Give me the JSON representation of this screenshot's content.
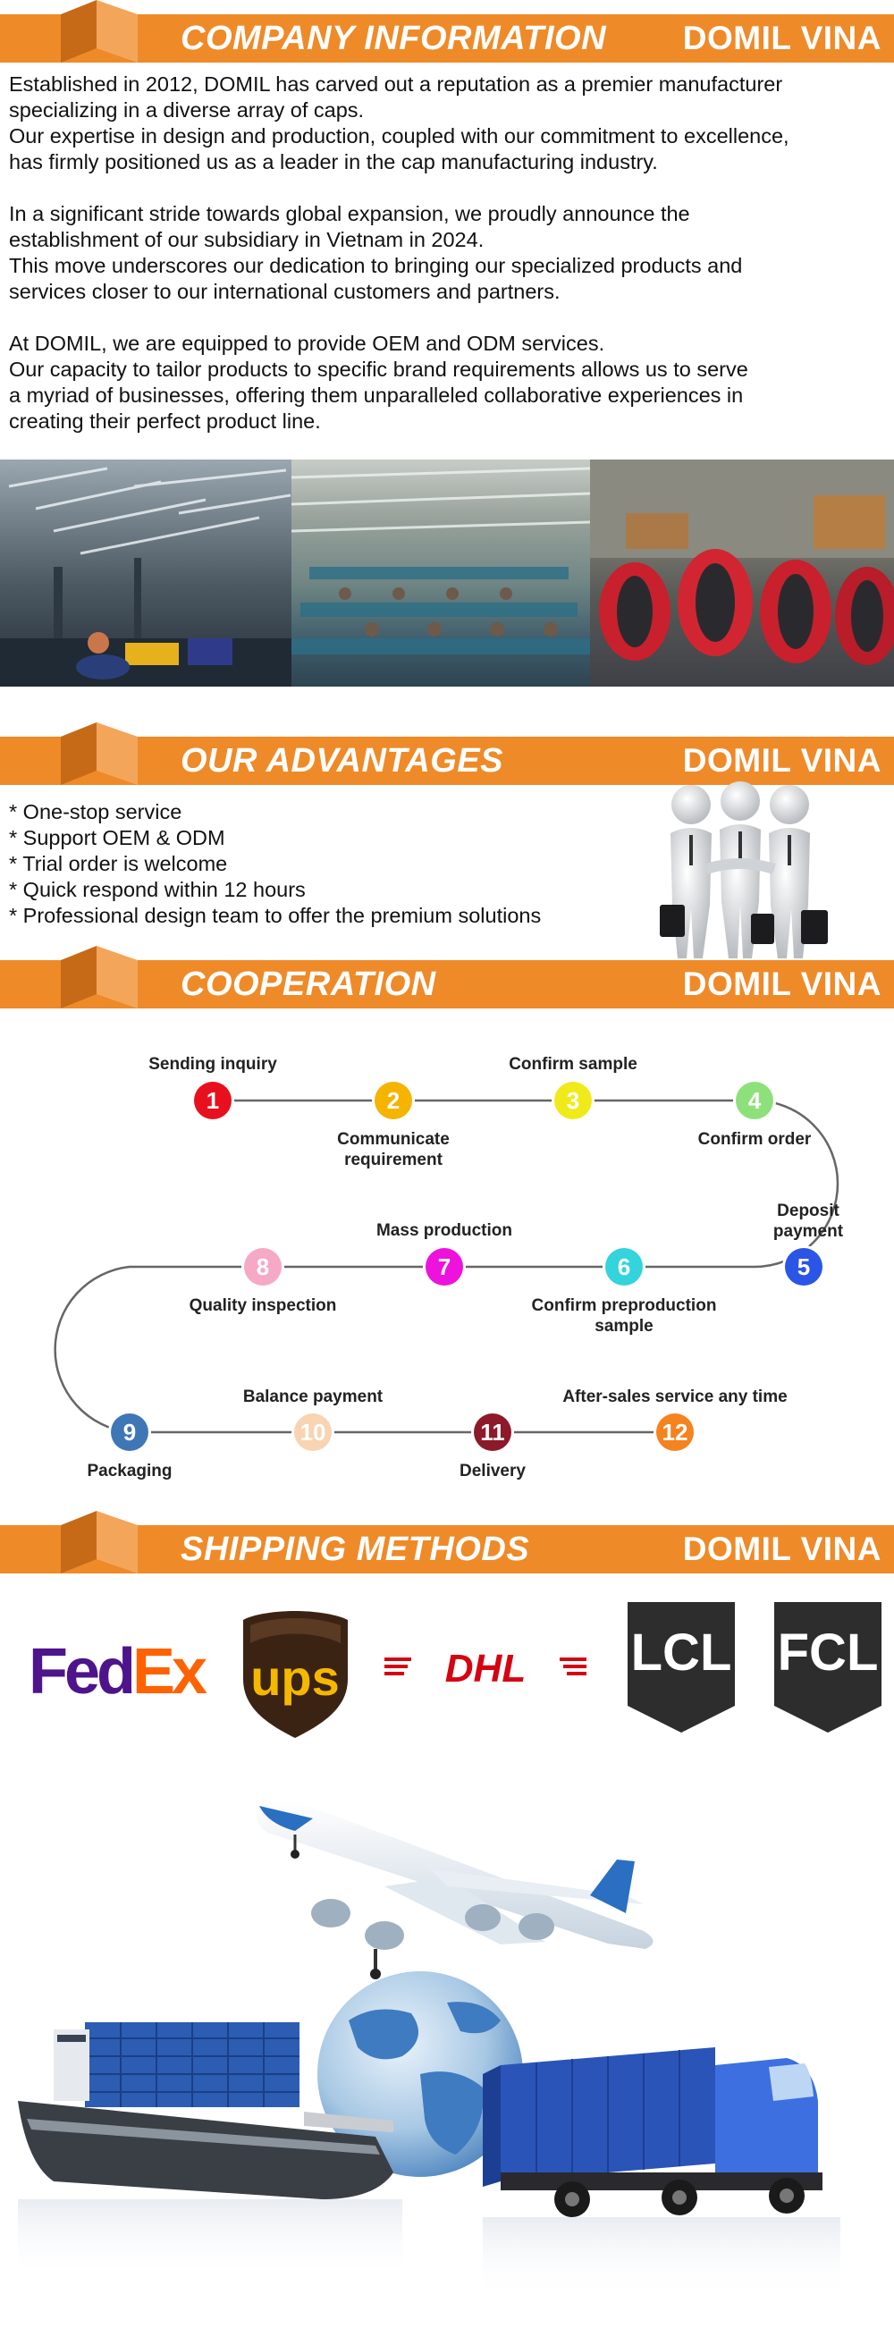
{
  "brand": "DOMIL VINA",
  "sections": {
    "company": {
      "title": "COMPANY INFORMATION"
    },
    "advantages": {
      "title": "OUR ADVANTAGES"
    },
    "cooperation": {
      "title": "COOPERATION"
    },
    "shipping": {
      "title": "SHIPPING METHODS"
    }
  },
  "intro": {
    "p1": [
      "Established in 2012, DOMIL has carved out a reputation as a premier manufacturer",
      "specializing in a diverse array of caps.",
      "Our expertise in design and production, coupled with our commitment to excellence,",
      "has firmly positioned us as a leader in the cap manufacturing industry."
    ],
    "p2": [
      "In a significant stride towards global expansion, we proudly announce the",
      "establishment of our subsidiary in Vietnam in 2024.",
      "This move underscores our dedication to bringing our specialized products and",
      "services closer to our international customers and partners."
    ],
    "p3": [
      "At DOMIL, we are equipped to provide OEM and ODM services.",
      "Our capacity to tailor products to specific brand requirements allows us to serve",
      "a myriad of businesses, offering them unparalleled collaborative experiences in",
      "creating their perfect product line."
    ]
  },
  "advantages": [
    "* One-stop service",
    "* Support OEM & ODM",
    "* Trial order is welcome",
    "* Quick respond within 12 hours",
    "* Professional design team to offer the premium solutions"
  ],
  "steps": [
    {
      "num": "1",
      "label": "Sending inquiry",
      "color": "#e8101f"
    },
    {
      "num": "2",
      "label": "Communicate requirement",
      "color": "#f4b400"
    },
    {
      "num": "3",
      "label": "Confirm sample",
      "color": "#f1ea1b"
    },
    {
      "num": "4",
      "label": "Confirm order",
      "color": "#8ee07a"
    },
    {
      "num": "5",
      "label": "Deposit payment",
      "color": "#2a55e6"
    },
    {
      "num": "6",
      "label": "Confirm preproduction sample",
      "color": "#33d4dc"
    },
    {
      "num": "7",
      "label": "Mass production",
      "color": "#ee12dd"
    },
    {
      "num": "8",
      "label": "Quality inspection",
      "color": "#f6a9c4"
    },
    {
      "num": "9",
      "label": "Packaging",
      "color": "#3f76b6"
    },
    {
      "num": "10",
      "label": "Balance payment",
      "color": "#f8d4b2"
    },
    {
      "num": "11",
      "label": "Delivery",
      "color": "#8c1a2a"
    },
    {
      "num": "12",
      "label": "After-sales service any time",
      "color": "#f58320"
    }
  ],
  "shipping": {
    "fedex_fe": "Fed",
    "fedex_ex": "Ex",
    "ups": "ups",
    "dhl": "DHL",
    "lcl": "LCL",
    "fcl": "FCL"
  },
  "colors": {
    "banner": "#ef8a28",
    "ribbon_dark": "#c76a17",
    "ribbon_light": "#f3a65a"
  }
}
